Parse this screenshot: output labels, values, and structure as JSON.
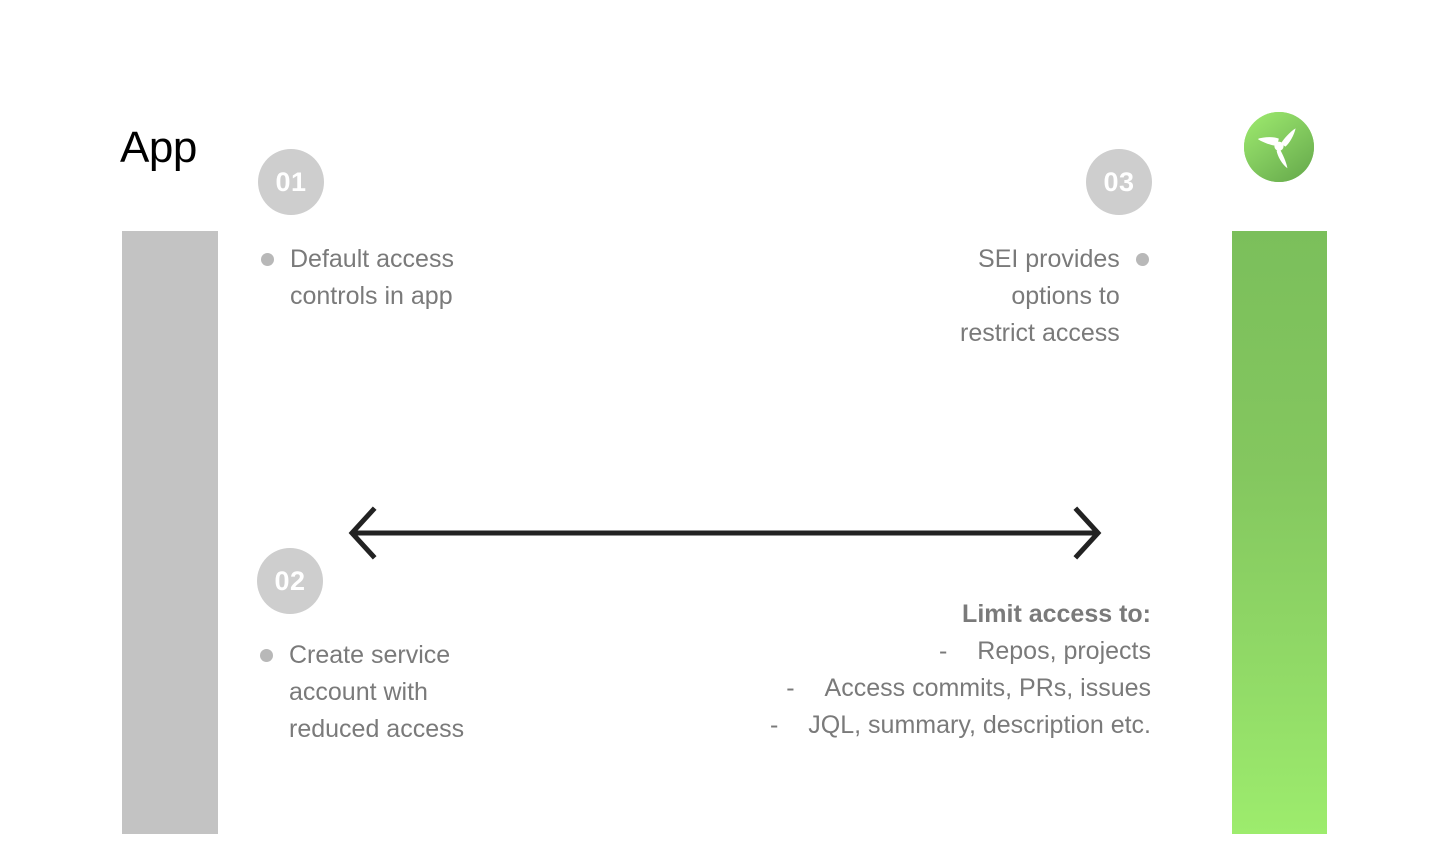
{
  "slide": {
    "title": "App",
    "brand_logo_name": "propeller-logo",
    "accent_green_top": "#7bbf5b",
    "accent_green_bottom": "#9dec6d",
    "pillar_grey": "#c3c3c3",
    "badge_grey": "#cecece",
    "text_grey": "#7a7a7a"
  },
  "steps": [
    {
      "number": "01",
      "text": "Default access\ncontrols in app",
      "align": "left"
    },
    {
      "number": "02",
      "text": "Create service\naccount with\nreduced access",
      "align": "left"
    },
    {
      "number": "03",
      "text": "SEI provides\noptions to\nrestrict access",
      "align": "right"
    }
  ],
  "arrow": {
    "name": "double-headed-arrow",
    "color": "#222222"
  },
  "limit_access": {
    "heading": "Limit access to:",
    "dash": "-",
    "items": [
      "Repos, projects",
      "Access commits, PRs, issues",
      "JQL, summary, description etc."
    ]
  }
}
